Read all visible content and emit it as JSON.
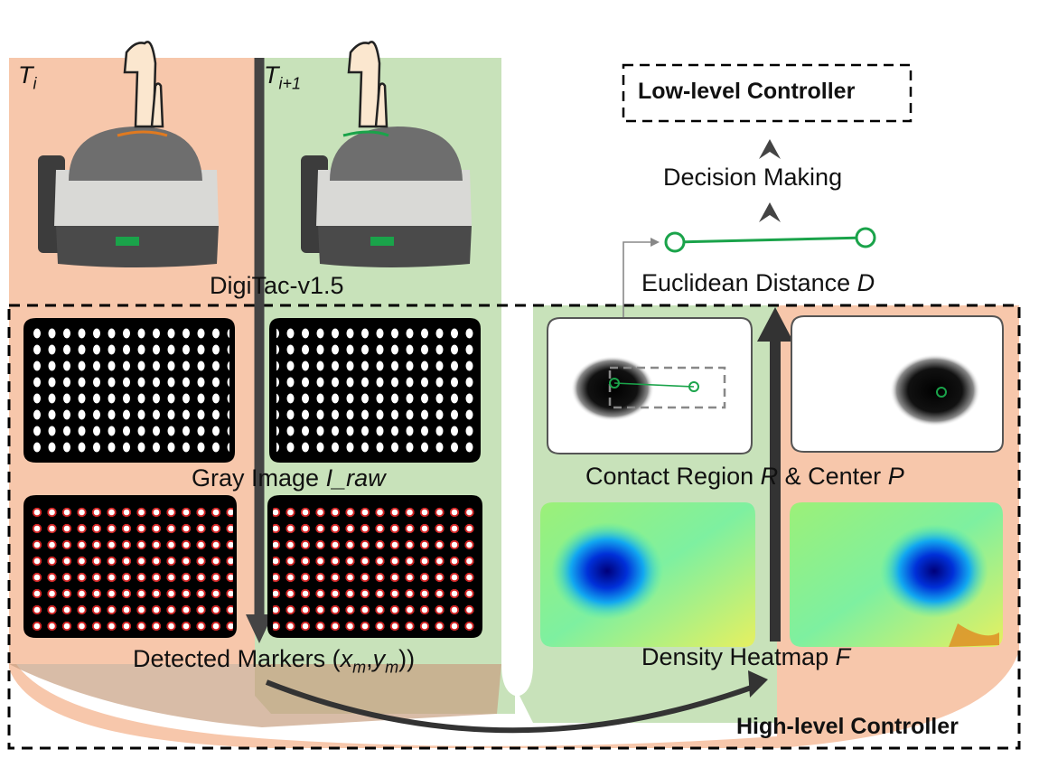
{
  "diagram": {
    "frame_ti": {
      "base": "T",
      "sub": "i"
    },
    "frame_ti1": {
      "base": "T",
      "sub": "i+1"
    },
    "device_label": "DigiTac-v1.5",
    "gray_image": {
      "text": "Gray Image ",
      "var": "I_raw"
    },
    "detected_markers": {
      "text": "Detected Markers (",
      "xm": "x",
      "xm_sub": "m",
      "comma": ",",
      "ym": "y",
      "ym_sub": "m",
      "close": "))"
    },
    "contact_region": {
      "text": "Contact Region ",
      "r": "R",
      "mid": " & Center ",
      "p": "P"
    },
    "density_heatmap": {
      "text": "Density Heatmap ",
      "var": "F"
    },
    "euclidean": {
      "text": "Euclidean Distance ",
      "var": "D"
    },
    "decision_making": "Decision Making",
    "low_level": "Low-level Controller",
    "high_level": "High-level Controller"
  },
  "colors": {
    "peach": "#f7c7ab",
    "green": "#c8e2ba",
    "dark_arrow": "#3a3a3a",
    "marker_red": "#d42020",
    "center_green": "#1aa34a"
  }
}
